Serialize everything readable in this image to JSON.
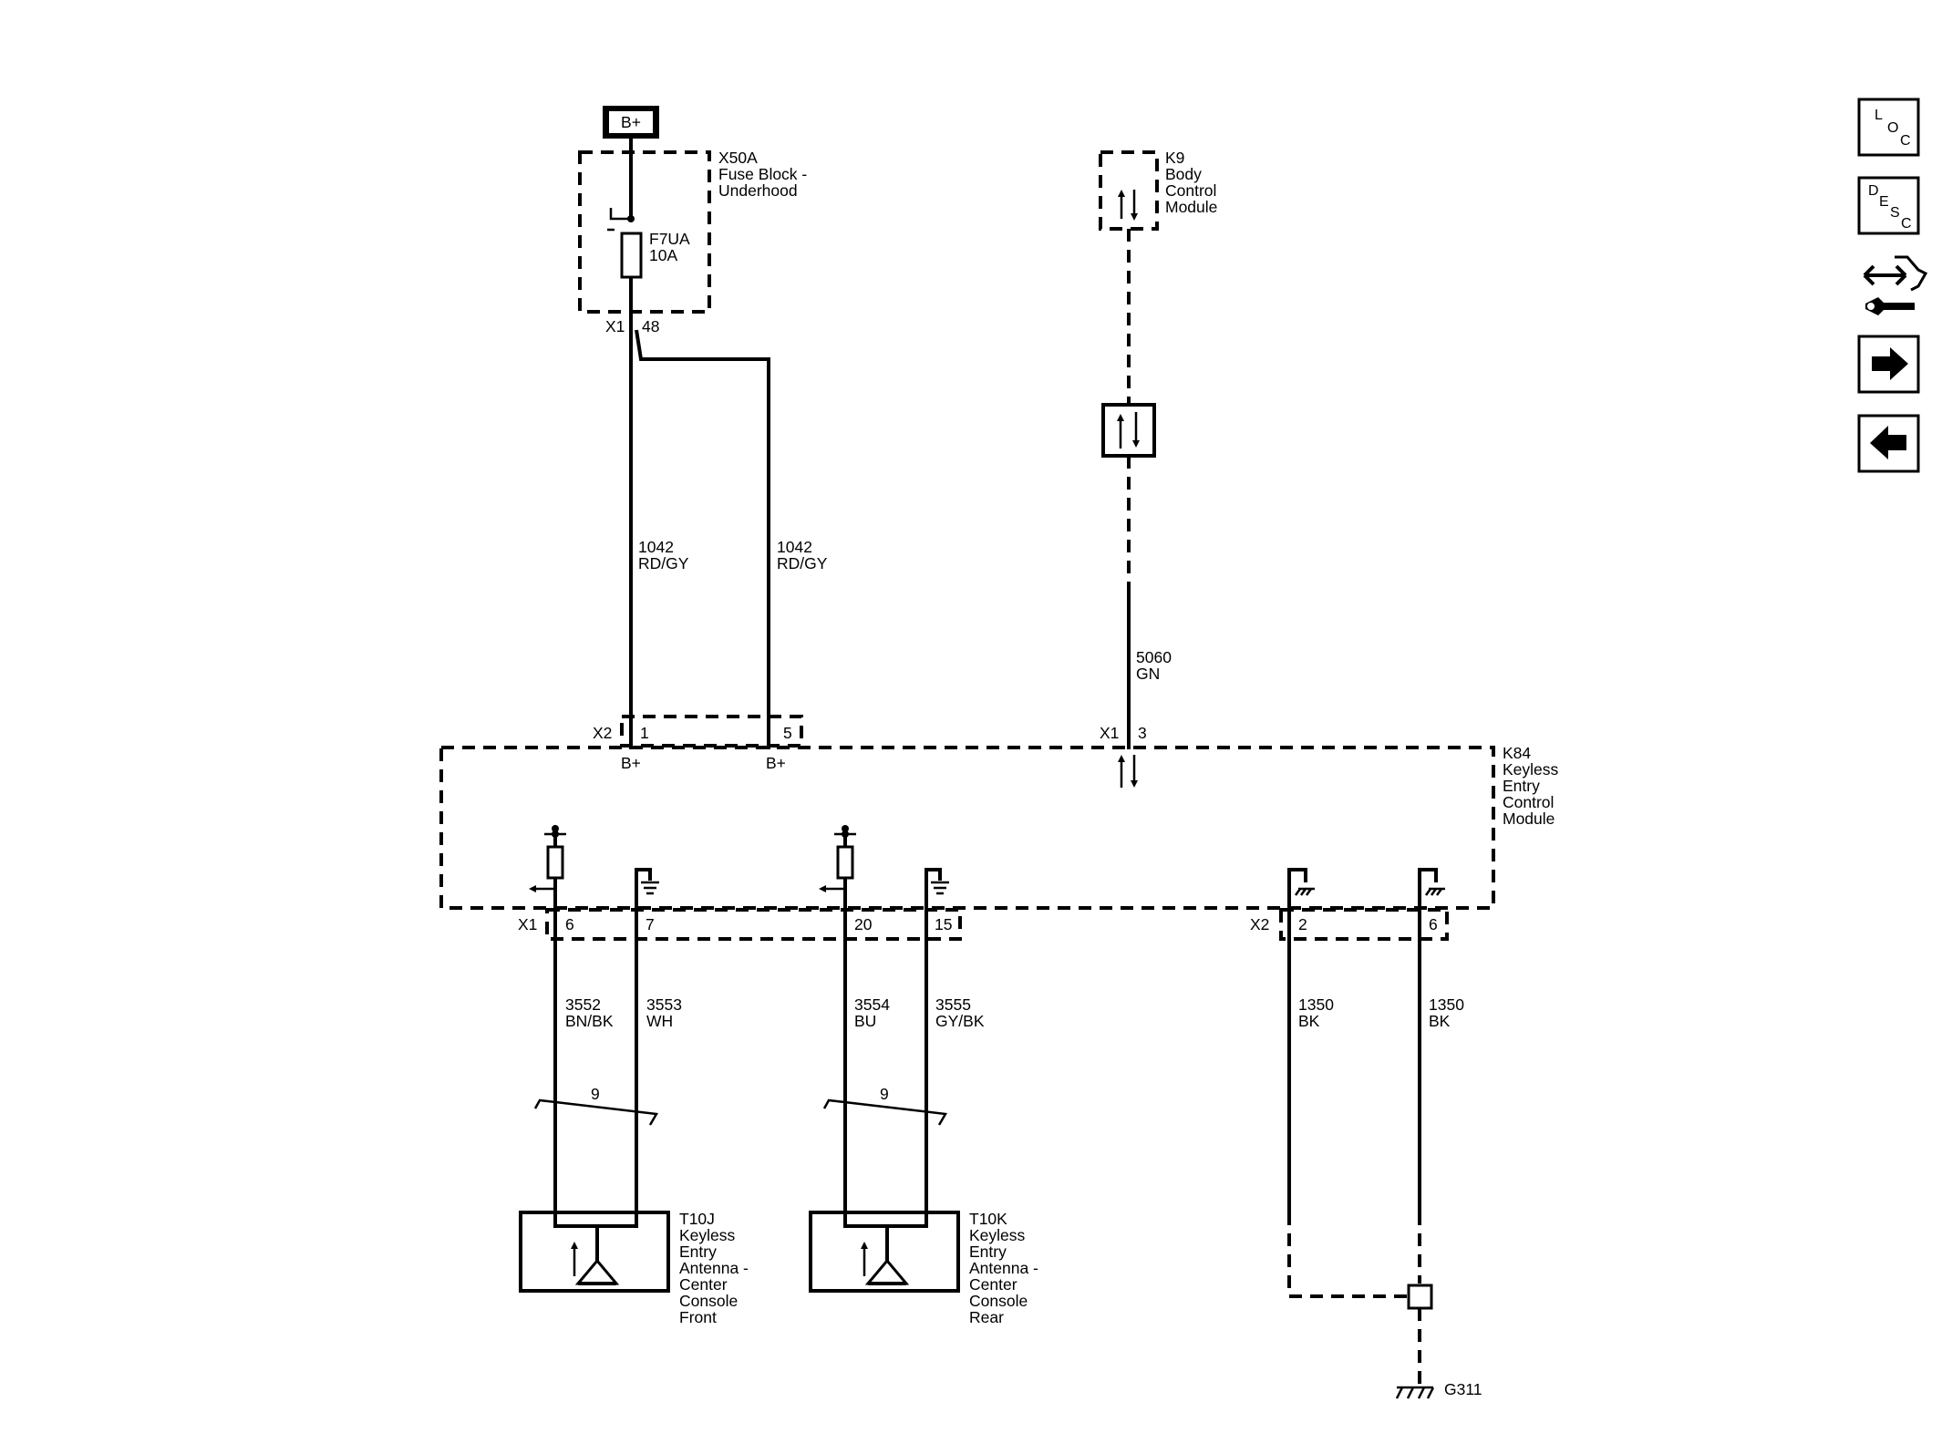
{
  "battery": {
    "label": "B+"
  },
  "fuse_block": {
    "id": "X50A",
    "name_line1": "Fuse Block -",
    "name_line2": "Underhood",
    "fuse_id": "F7UA",
    "fuse_rating": "10A",
    "connector": "X1",
    "pin": "48"
  },
  "bcm": {
    "id": "K9",
    "name_line1": "Body",
    "name_line2": "Control",
    "name_line3": "Module"
  },
  "kecm": {
    "id": "K84",
    "name_line1": "Keyless",
    "name_line2": "Entry",
    "name_line3": "Control",
    "name_line4": "Module",
    "x2_top": {
      "connector": "X2",
      "pin_a": "1",
      "pin_b": "5",
      "label_a": "B+",
      "label_b": "B+"
    },
    "x1_top": {
      "connector": "X1",
      "pin": "3"
    },
    "x1_bottom": {
      "connector": "X1",
      "pin_a": "6",
      "pin_b": "7",
      "pin_c": "20",
      "pin_d": "15"
    },
    "x2_bottom": {
      "connector": "X2",
      "pin_a": "2",
      "pin_b": "6"
    }
  },
  "wires": {
    "w1042a": {
      "circuit": "1042",
      "color": "RD/GY"
    },
    "w1042b": {
      "circuit": "1042",
      "color": "RD/GY"
    },
    "w5060": {
      "circuit": "5060",
      "color": "GN"
    },
    "w3552": {
      "circuit": "3552",
      "color": "BN/BK"
    },
    "w3553": {
      "circuit": "3553",
      "color": "WH"
    },
    "w3554": {
      "circuit": "3554",
      "color": "BU"
    },
    "w3555": {
      "circuit": "3555",
      "color": "GY/BK"
    },
    "w1350a": {
      "circuit": "1350",
      "color": "BK"
    },
    "w1350b": {
      "circuit": "1350",
      "color": "BK"
    }
  },
  "twist_front": {
    "label": "9"
  },
  "twist_rear": {
    "label": "9"
  },
  "antenna_front": {
    "id": "T10J",
    "line1": "Keyless",
    "line2": "Entry",
    "line3": "Antenna -",
    "line4": "Center",
    "line5": "Console",
    "line6": "Front"
  },
  "antenna_rear": {
    "id": "T10K",
    "line1": "Keyless",
    "line2": "Entry",
    "line3": "Antenna -",
    "line4": "Center",
    "line5": "Console",
    "line6": "Rear"
  },
  "ground": {
    "id": "G311"
  },
  "nav": {
    "loc": {
      "l": "L",
      "o": "O",
      "c": "C"
    },
    "desc": {
      "d": "D",
      "e": "E",
      "s": "S",
      "c": "C"
    },
    "icons": [
      "loc-icon",
      "desc-icon",
      "connector-tool-icon",
      "next-arrow-icon",
      "previous-arrow-icon"
    ]
  }
}
